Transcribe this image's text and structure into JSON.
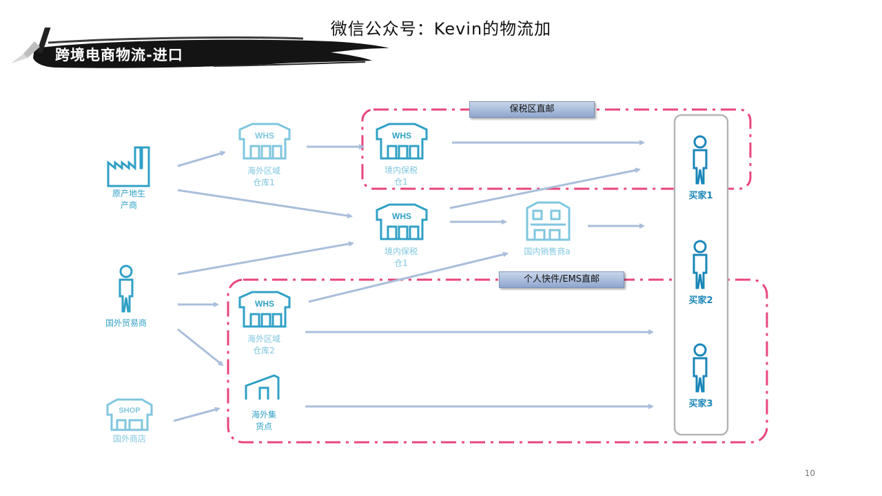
{
  "header": {
    "title": "微信公众号：Kevin的物流加",
    "banner": "跨境电商物流-进口"
  },
  "tags": {
    "bonded_direct": "保税区直邮",
    "express_ems": "个人快件/EMS直邮"
  },
  "nodes": {
    "origin_producer": "原产地生\n产商",
    "foreign_trader": "国外贸易商",
    "foreign_shop": "国外商店",
    "overseas_wh1": "海外区域\n仓库1",
    "overseas_wh2": "海外区域\n仓库2",
    "overseas_collection": "海外集\n货点",
    "domestic_bonded_top": "境内保税\n仓1",
    "domestic_bonded_mid": "境内保税\n仓1",
    "domestic_distributor": "国内销售商a",
    "buyer1": "买家1",
    "buyer2": "买家2",
    "buyer3": "买家3"
  },
  "icons": {
    "warehouse_text": "WHS",
    "shop_text": "SHOP"
  },
  "colors": {
    "dash_border": "#e8457a",
    "icon_blue": "#2fa0c6",
    "arrow": "#a9bedb"
  },
  "page_number": "10"
}
